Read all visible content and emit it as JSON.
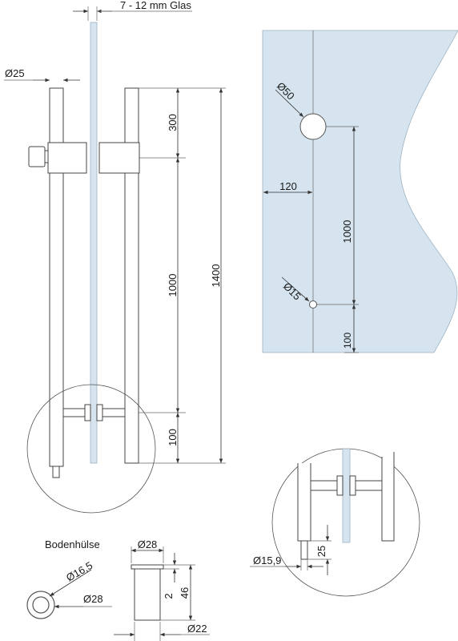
{
  "labels": {
    "glass_thickness": "7 - 12 mm Glas",
    "bar_diameter": "Ø25",
    "dim_300": "300",
    "dim_1000_left": "1000",
    "dim_1400": "1400",
    "dim_100_left": "100",
    "hole_big": "Ø50",
    "dim_120": "120",
    "dim_1000_right": "1000",
    "hole_small": "Ø15",
    "dim_100_right": "100",
    "sleeve_title": "Bodenhülse",
    "sleeve_inner": "Ø16,5",
    "sleeve_outer": "Ø28",
    "sleeve_top_diameter": "Ø28",
    "sleeve_dim_2": "2",
    "sleeve_dim_46": "46",
    "sleeve_bottom_diameter": "Ø22",
    "pin_diameter": "Ø15,9",
    "pin_height": "25"
  },
  "colors": {
    "glass": "#d5e4ee",
    "line": "#333333"
  }
}
